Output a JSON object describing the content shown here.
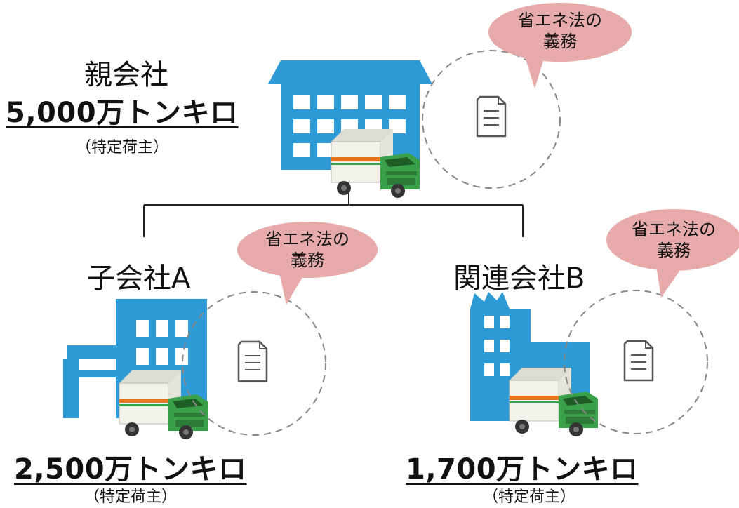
{
  "parent": {
    "name": "親会社",
    "amount": "5,000万トンキロ",
    "role": "（特定荷主）",
    "obligation": [
      "省エネ法の",
      "義務"
    ]
  },
  "child_a": {
    "name": "子会社A",
    "amount": "2,500万トンキロ",
    "role": "（特定荷主）",
    "obligation": [
      "省エネ法の",
      "義務"
    ]
  },
  "related_b": {
    "name": "関連会社B",
    "amount": "1,700万トンキロ",
    "role": "（特定荷主）",
    "obligation": [
      "省エネ法の",
      "義務"
    ]
  },
  "icons": [
    "office-building-icon",
    "factory-icon",
    "delivery-truck-icon",
    "document-icon"
  ],
  "colors": {
    "building": "#2e9bd6",
    "bubble": "#e6aaaa",
    "truck_cab": "#3aa04a",
    "truck_body": "#f2f2ea",
    "stripe": "#e8761e"
  }
}
